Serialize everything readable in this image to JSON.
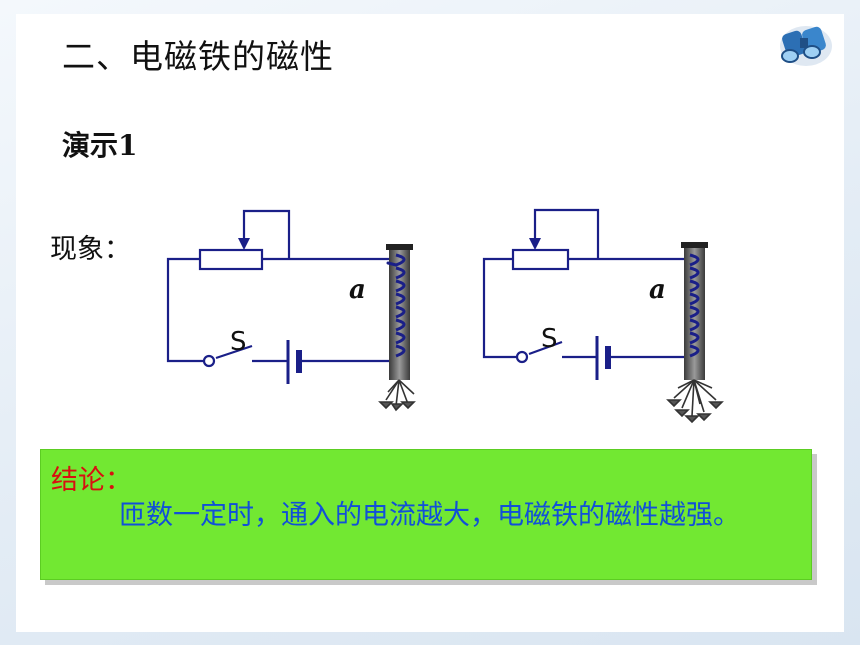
{
  "title": "二、电磁铁的磁性",
  "demo_label": "演示1",
  "phenomenon_label": "现象：",
  "circuits": [
    {
      "switch_label": "S",
      "coil_label": "a"
    },
    {
      "switch_label": "S",
      "coil_label": "a"
    }
  ],
  "conclusion": {
    "label": "结论：",
    "text": "匝数一定时，通入的电流越大，电磁铁的磁性越强。"
  },
  "colors": {
    "wire": "#1a1f88",
    "coil": "#1a1f88",
    "conclusion_bg": "#72e832",
    "conclusion_label": "#d81010",
    "conclusion_text": "#1150d8"
  },
  "icons": [
    "binoculars-icon"
  ]
}
